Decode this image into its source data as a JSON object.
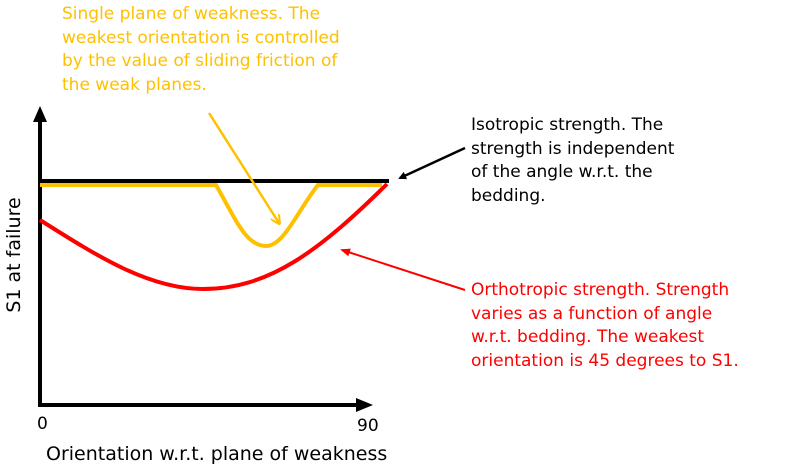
{
  "colors": {
    "isotropic": "#000000",
    "weak_plane": "#FFC000",
    "orthotropic": "#FF0000"
  },
  "axes": {
    "ylabel": "S1 at failure",
    "xlabel": "Orientation w.r.t. plane of weakness",
    "xtick_start": "0",
    "xtick_end": "90"
  },
  "annotations": {
    "weak_plane": [
      "Single plane of weakness. The",
      "weakest orientation is controlled",
      "by the value of sliding friction of",
      "the weak planes."
    ],
    "isotropic": [
      "Isotropic strength. The",
      "strength is independent",
      "of the angle w.r.t. the",
      "bedding."
    ],
    "orthotropic": [
      "Orthotropic strength. Strength",
      "varies as a function of angle",
      "w.r.t. bedding. The weakest",
      "orientation is 45 degrees to S1."
    ]
  }
}
